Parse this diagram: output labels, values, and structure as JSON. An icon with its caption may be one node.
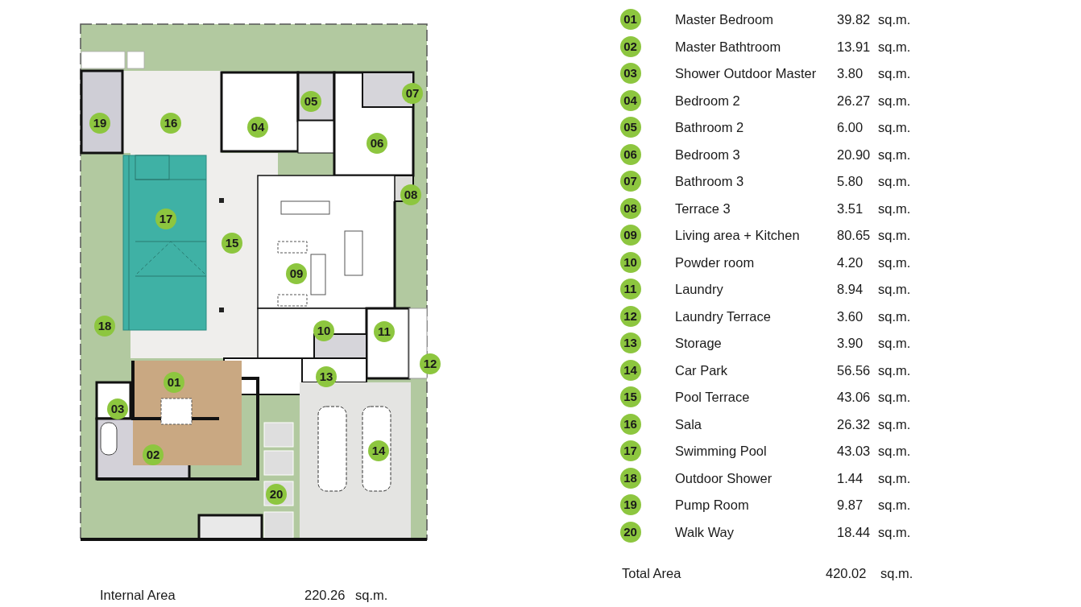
{
  "diagram": {
    "nodes": [
      {
        "text": [
          "01"
        ]
      },
      {
        "text": [
          "02"
        ]
      },
      {
        "text": [
          "03"
        ]
      },
      {
        "text": [
          "04"
        ]
      },
      {
        "text": [
          "05"
        ]
      },
      {
        "text": [
          "06"
        ]
      },
      {
        "text": [
          "07"
        ]
      },
      {
        "text": [
          "08"
        ]
      },
      {
        "text": [
          "09"
        ]
      },
      {
        "text": [
          "10"
        ]
      },
      {
        "text": [
          "11"
        ]
      },
      {
        "text": [
          "12"
        ]
      },
      {
        "text": [
          "13"
        ]
      },
      {
        "text": [
          "14"
        ]
      },
      {
        "text": [
          "15"
        ]
      },
      {
        "text": [
          "16"
        ]
      },
      {
        "text": [
          "17"
        ]
      },
      {
        "text": [
          "18"
        ]
      },
      {
        "text": [
          "19"
        ]
      },
      {
        "text": [
          "20"
        ]
      },
      {
        "text": [
          "01"
        ]
      },
      {
        "text": [
          "02"
        ]
      },
      {
        "text": [
          "03"
        ]
      },
      {
        "text": [
          "04"
        ]
      },
      {
        "text": [
          "05"
        ]
      },
      {
        "text": [
          "06"
        ]
      },
      {
        "text": [
          "07"
        ]
      },
      {
        "text": [
          "08"
        ]
      },
      {
        "text": [
          "09"
        ]
      },
      {
        "text": [
          "10"
        ]
      },
      {
        "text": [
          "11"
        ]
      },
      {
        "text": [
          "12"
        ]
      },
      {
        "text": [
          "13"
        ]
      },
      {
        "text": [
          "14"
        ]
      },
      {
        "text": [
          "15"
        ]
      },
      {
        "text": [
          "16"
        ]
      },
      {
        "text": [
          "17"
        ]
      },
      {
        "text": [
          "18"
        ]
      },
      {
        "text": [
          "19"
        ]
      },
      {
        "text": [
          "20"
        ]
      }
    ],
    "labels": [
      "Master Bedroom",
      "39.82",
      "sq.m.",
      "Master Bathtroom",
      "13.91",
      "sq.m.",
      "Shower Outdoor Master",
      "3.80",
      "sq.m.",
      "Bedroom 2",
      "26.27",
      "sq.m.",
      "Bathroom 2",
      "6.00",
      "sq.m.",
      "Bedroom 3",
      "20.90",
      "sq.m.",
      "Bathroom 3",
      "5.80",
      "sq.m.",
      "Terrace 3",
      "3.51",
      "sq.m.",
      "Living area + Kitchen",
      "80.65",
      "sq.m.",
      "Powder room",
      "4.20",
      "sq.m.",
      "Laundry",
      "8.94",
      "sq.m.",
      "Laundry Terrace",
      "3.60",
      "sq.m.",
      "Storage",
      "3.90",
      "sq.m.",
      "Car Park",
      "56.56",
      "sq.m.",
      "Pool Terrace",
      "43.06",
      "sq.m.",
      "Sala",
      "26.32",
      "sq.m.",
      "Swimming Pool",
      "43.03",
      "sq.m.",
      "Outdoor Shower",
      "1.44",
      "sq.m.",
      "Pump Room",
      "9.87",
      "sq.m.",
      "Walk Way",
      "18.44",
      "sq.m.",
      "Total Area",
      "420.02",
      "sq.m.",
      "Internal Area",
      "220.26",
      "sq.m."
    ]
  }
}
